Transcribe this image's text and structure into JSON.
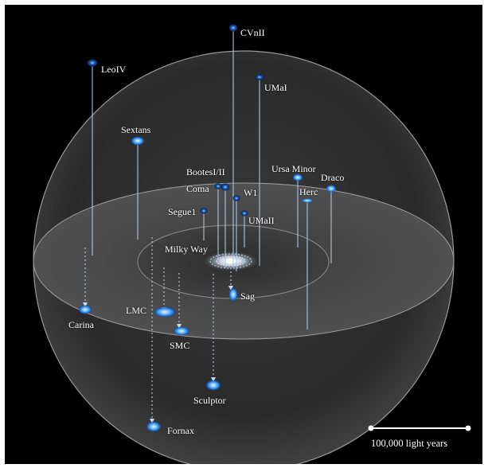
{
  "diagram": {
    "galaxies": {
      "cvnii": {
        "label": "CVnII"
      },
      "leoiv": {
        "label": "LeoIV"
      },
      "umai": {
        "label": "UMaI"
      },
      "sextans": {
        "label": "Sextans"
      },
      "bootes": {
        "label": "BootesI/II"
      },
      "ursamin": {
        "label": "Ursa Minor"
      },
      "draco": {
        "label": "Draco"
      },
      "coma": {
        "label": "Coma"
      },
      "w1": {
        "label": "W1"
      },
      "herc": {
        "label": "Herc"
      },
      "segue1": {
        "label": "Segue1"
      },
      "umaii": {
        "label": "UMaII"
      },
      "milkyway": {
        "label": "Milky Way"
      },
      "sag": {
        "label": "Sag"
      },
      "lmc": {
        "label": "LMC"
      },
      "carina": {
        "label": "Carina"
      },
      "smc": {
        "label": "SMC"
      },
      "sculptor": {
        "label": "Sculptor"
      },
      "fornax": {
        "label": "Fornax"
      }
    },
    "scale_bar": {
      "label": "100,000 light years"
    },
    "colors": {
      "background": "#000000",
      "sphere": "#8a8a8a",
      "galaxy_glow": "#2a8cff",
      "galaxy_core": "#d8f0ff",
      "drop_line": "#a9c7e6",
      "text": "#ffffff"
    }
  }
}
